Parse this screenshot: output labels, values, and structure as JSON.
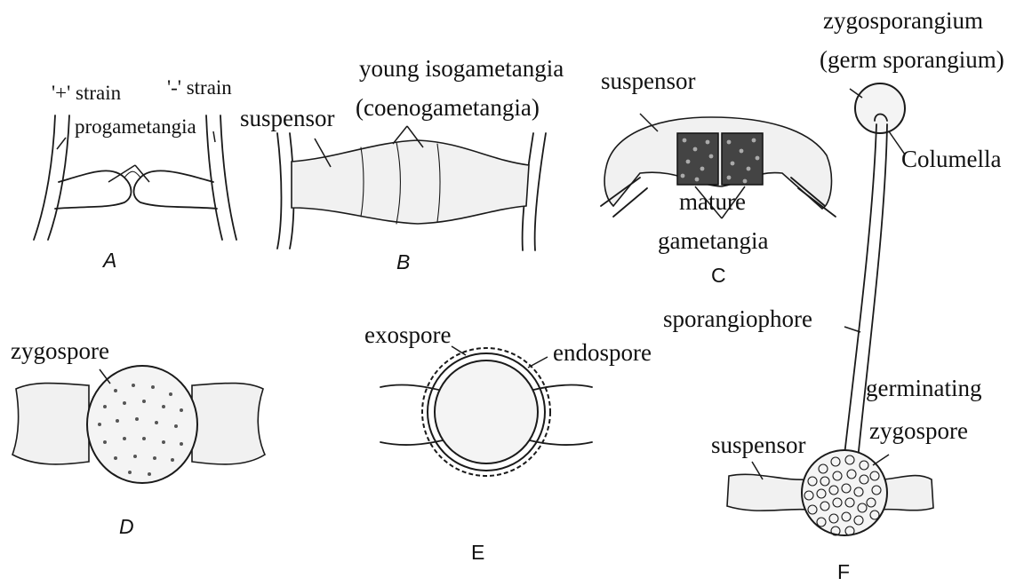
{
  "panels": {
    "A": {
      "letter": "A",
      "labels": {
        "plus_strain": "'+' strain",
        "minus_strain": "'-' strain",
        "progametangia": "progametangia"
      }
    },
    "B": {
      "letter": "B",
      "labels": {
        "suspensor": "suspensor",
        "young_line1": "young isogametangia",
        "young_line2": "(coenogametangia)"
      }
    },
    "C": {
      "letter": "C",
      "labels": {
        "suspensor": "suspensor",
        "mature_line1": "mature",
        "mature_line2": "gametangia"
      }
    },
    "D": {
      "letter": "D",
      "labels": {
        "zygospore": "zygospore"
      }
    },
    "E": {
      "letter": "E",
      "labels": {
        "exospore": "exospore",
        "endospore": "endospore"
      }
    },
    "F": {
      "letter": "F",
      "labels": {
        "zygosporangium_line1": "zygosporangium",
        "zygosporangium_line2": "(germ sporangium)",
        "columella": "Columella",
        "sporangiophore": "sporangiophore",
        "germinating_line1": "germinating",
        "germinating_line2": "zygospore",
        "suspensor": "suspensor"
      }
    }
  }
}
